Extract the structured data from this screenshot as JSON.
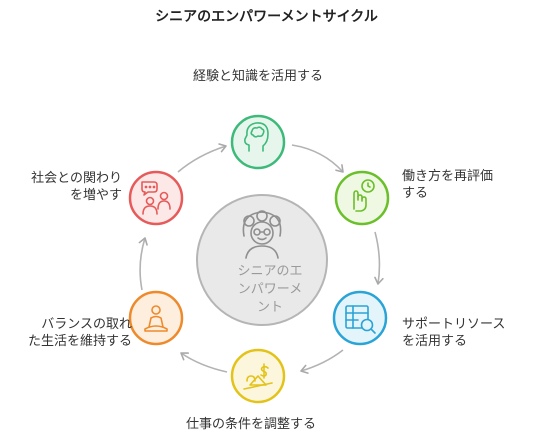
{
  "title": "シニアのエンパワーメントサイクル",
  "center": {
    "label_line1": "シニアのエ",
    "label_line2": "ンパワーメ",
    "label_line3": "ント",
    "icon": "elderly-person-icon"
  },
  "steps": [
    {
      "line1": "経験と知識を活用する",
      "line2": "",
      "icon": "brain-head-icon",
      "color": "#3dba7a",
      "fill": "#e7f6ed"
    },
    {
      "line1": "働き方を再評価",
      "line2": "する",
      "icon": "hand-clock-icon",
      "color": "#6bbf2a",
      "fill": "#eef8e3"
    },
    {
      "line1": "サポートリソース",
      "line2": "を活用する",
      "icon": "table-search-icon",
      "color": "#2aa3d6",
      "fill": "#e4f4fb"
    },
    {
      "line1": "仕事の条件を調整する",
      "line2": "",
      "icon": "balance-scale-icon",
      "color": "#e3c31a",
      "fill": "#fcf7dc"
    },
    {
      "line1": "バランスの取れ",
      "line2": "た生活を維持する",
      "icon": "meditation-icon",
      "color": "#ee8a2c",
      "fill": "#fdeedd"
    },
    {
      "line1": "社会との関わり",
      "line2": "を増やす",
      "icon": "people-chat-icon",
      "color": "#e65a5a",
      "fill": "#fde8e8"
    }
  ]
}
